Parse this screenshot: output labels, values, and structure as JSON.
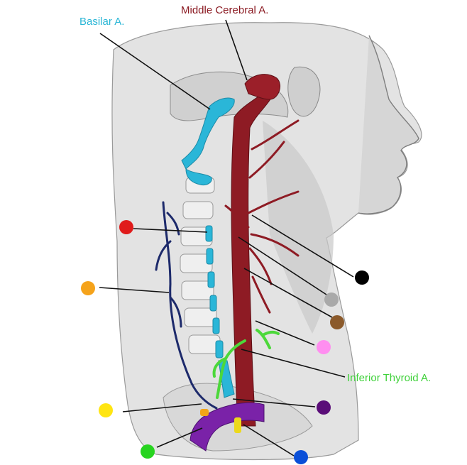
{
  "labels": {
    "basilar": "Basilar A.",
    "middle_cerebral": "Middle Cerebral A.",
    "inferior_thyroid": "Inferior Thyroid A."
  },
  "colors": {
    "basilar_text": "#29b6d6",
    "middle_cerebral_text": "#8b1a22",
    "inferior_thyroid_text": "#3fd13a",
    "vertebral_artery": "#2ab6d8",
    "carotid_artery": "#8e1b24",
    "jugular_vein": "#1d2a6b",
    "thyrocervical_trunk": "#4cd83a",
    "subclavian": "#7a22a8",
    "yellow_vessel": "#ecd91c",
    "orange_vessel": "#f2a418"
  },
  "markers": [
    {
      "name": "red",
      "color": "#e01b1b"
    },
    {
      "name": "orange",
      "color": "#f5a31b"
    },
    {
      "name": "yellow",
      "color": "#ffe512"
    },
    {
      "name": "green",
      "color": "#27d41f"
    },
    {
      "name": "black",
      "color": "#000000"
    },
    {
      "name": "gray",
      "color": "#a9a9a9"
    },
    {
      "name": "brown",
      "color": "#8b5a2b"
    },
    {
      "name": "pink",
      "color": "#ff8ef0"
    },
    {
      "name": "purple",
      "color": "#5a0d78"
    },
    {
      "name": "blue",
      "color": "#0a4fd8"
    }
  ]
}
